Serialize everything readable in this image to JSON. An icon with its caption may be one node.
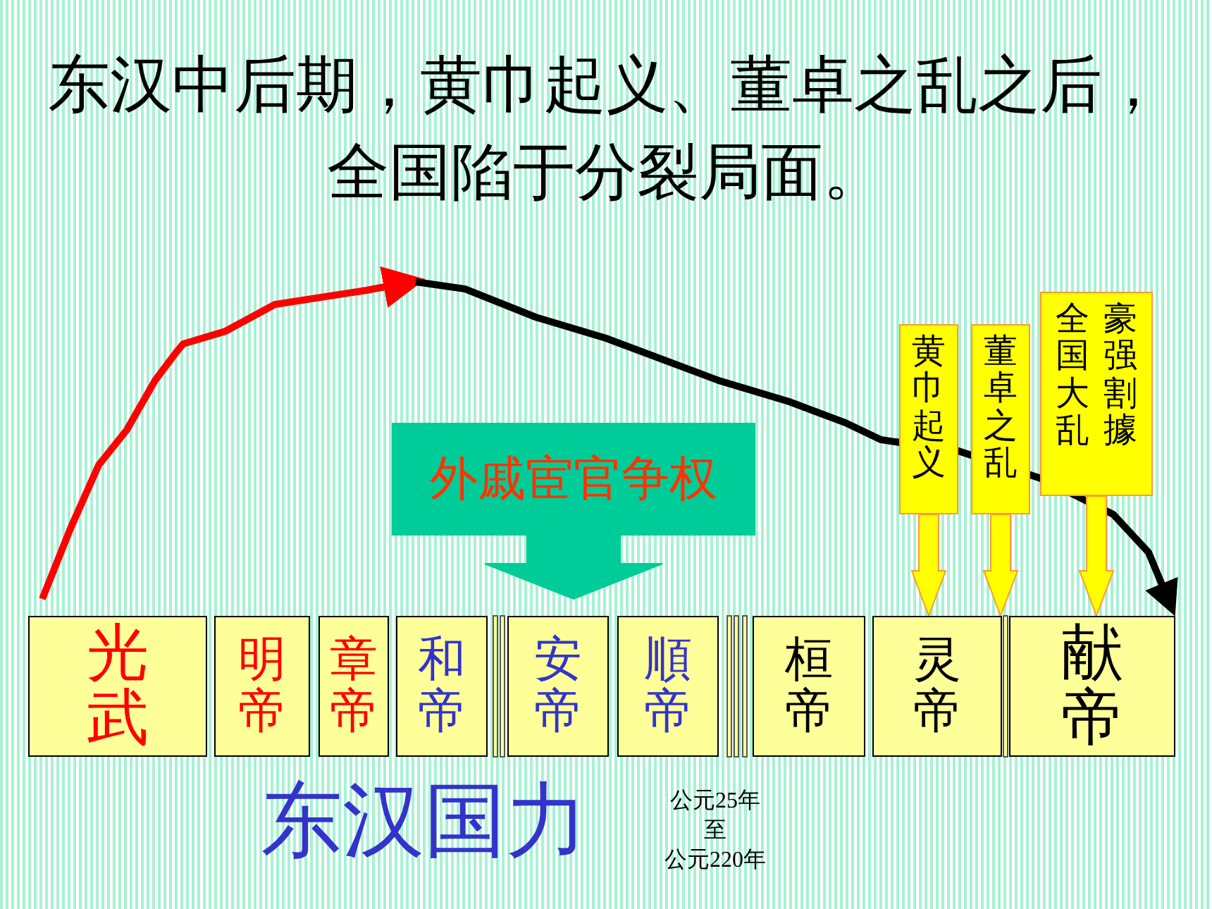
{
  "diagram": {
    "title": "东汉中后期，黄巾起义、董卓之乱之后，全国陷于分裂局面。",
    "nodes": [
      {
        "text": [
          "光武"
        ]
      },
      {
        "text": [
          "明帝"
        ]
      },
      {
        "text": [
          "章帝"
        ]
      },
      {
        "text": [
          "和帝"
        ]
      },
      {
        "text": [
          "安帝"
        ]
      },
      {
        "text": [
          "順帝"
        ]
      },
      {
        "text": [
          "桓帝"
        ]
      },
      {
        "text": [
          "灵帝"
        ]
      },
      {
        "text": [
          "献帝"
        ]
      },
      {
        "text": [
          "外戚宦官争权"
        ]
      },
      {
        "text": [
          "黄巾起义"
        ]
      },
      {
        "text": [
          "董卓之乱"
        ]
      },
      {
        "text": [
          "全国大乱",
          "豪强割據"
        ]
      }
    ],
    "edges": [
      {
        "from": 9,
        "to": null,
        "arrow": "to"
      },
      {
        "from": 10,
        "to": 7,
        "arrow": "to"
      },
      {
        "from": 11,
        "to": 7,
        "arrow": "to"
      },
      {
        "from": 12,
        "to": 8,
        "arrow": "to"
      }
    ],
    "labels": [
      "东汉国力",
      "公元25年",
      "至",
      "公元220年"
    ]
  }
}
